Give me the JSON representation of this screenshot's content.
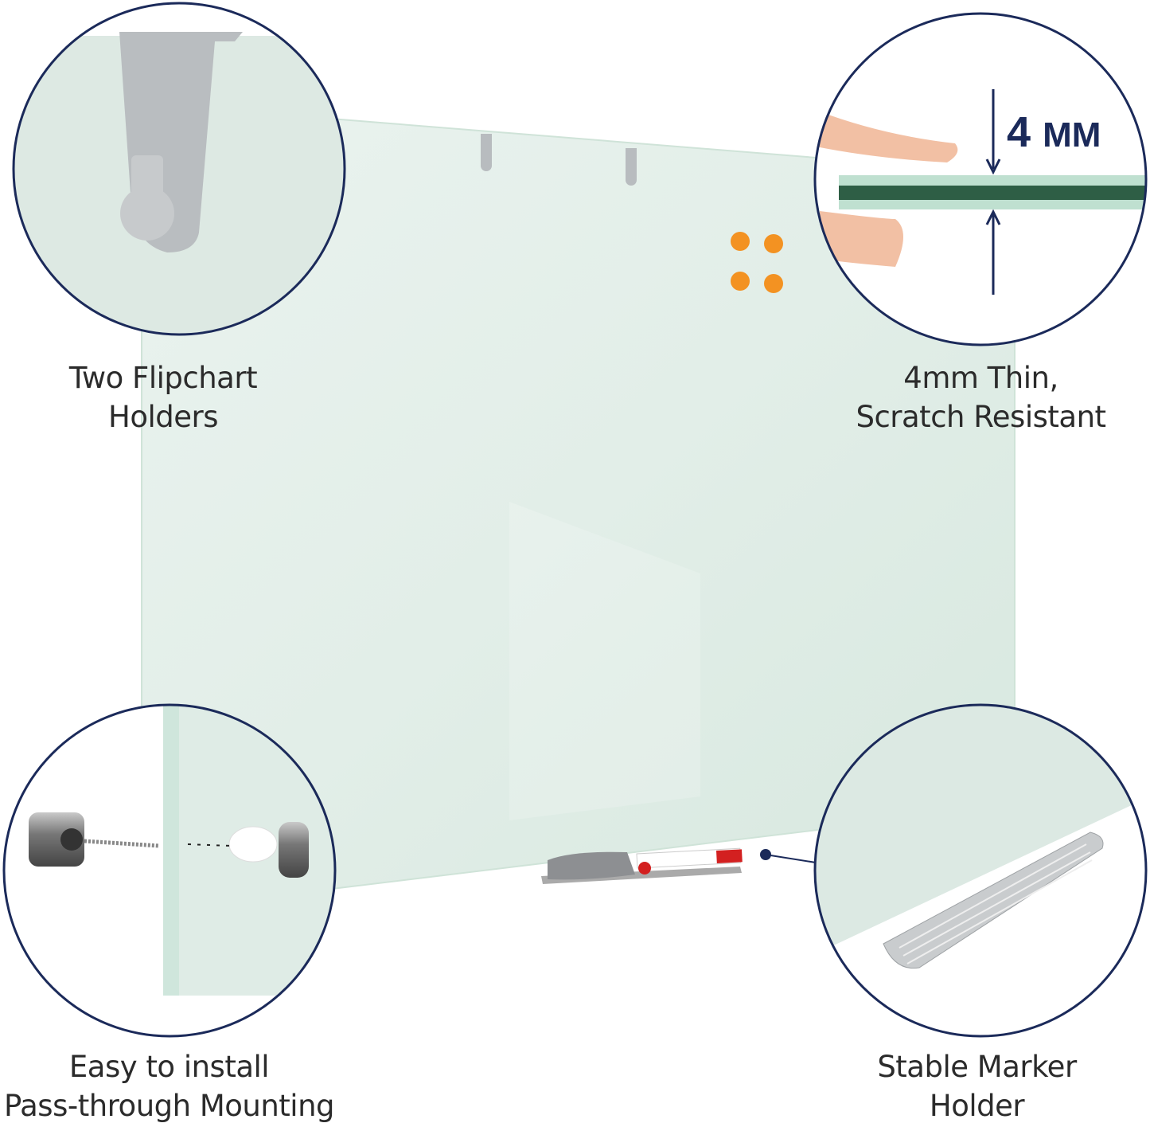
{
  "features": [
    {
      "line1": "Two Flipchart Holders",
      "line2": ""
    },
    {
      "line1": "4mm Thin,",
      "line2": "Scratch Resistant"
    },
    {
      "line1": "Easy to install",
      "line2": "Pass-through Mounting"
    },
    {
      "line1": "Stable Marker",
      "line2": "Holder"
    }
  ],
  "thickness": {
    "number": "4",
    "unit": "MM"
  },
  "colors": {
    "circle_border": "#1b2a5a",
    "board": "#e4efea",
    "magnet": "#f39222",
    "glass_edge": "#2e5e45"
  }
}
